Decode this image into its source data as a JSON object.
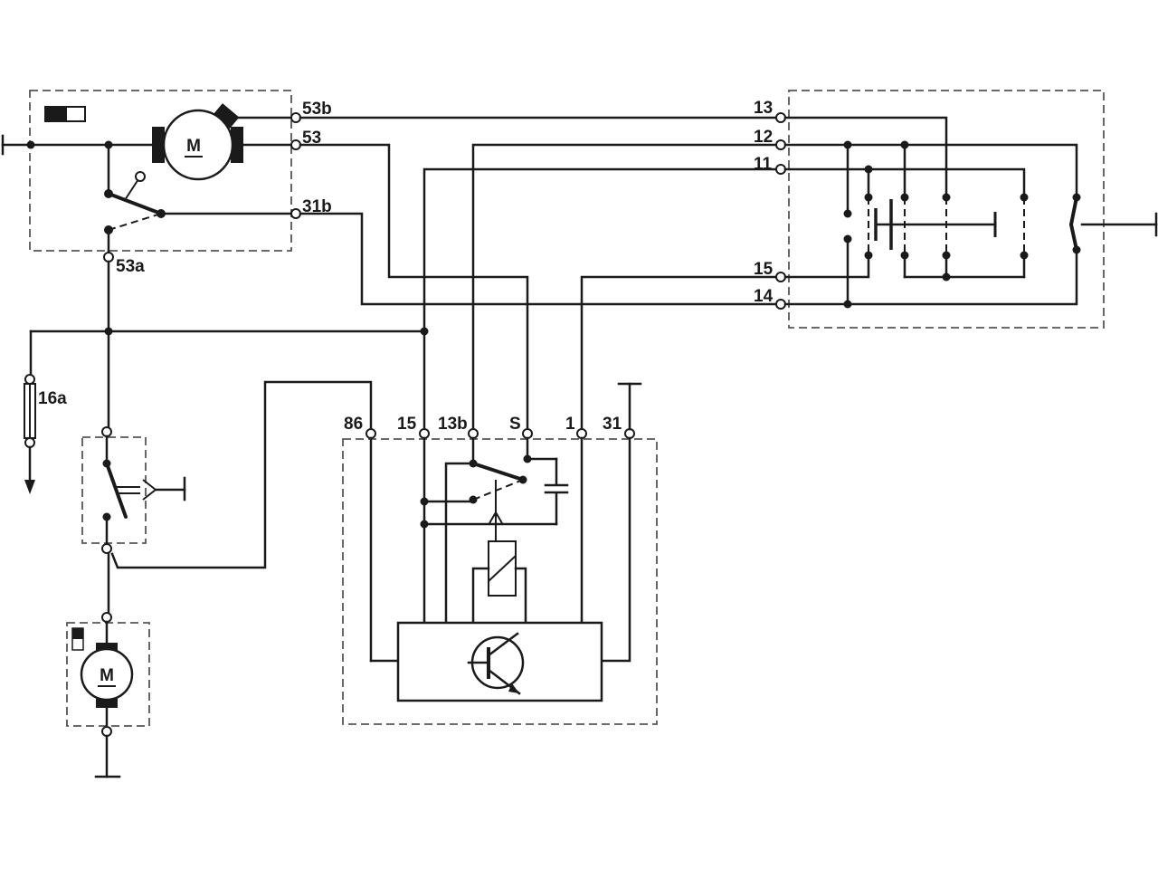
{
  "motor_label": "M",
  "wiper_motor": {
    "terminals": [
      "53b",
      "53",
      "31b",
      "53a"
    ]
  },
  "fuse": {
    "label": "16a"
  },
  "control_unit": {
    "terminals": [
      "86",
      "15",
      "13b",
      "S",
      "1",
      "31"
    ]
  },
  "switch_unit": {
    "terminals": [
      "13",
      "12",
      "11",
      "15",
      "14"
    ]
  },
  "washer_pump": {
    "motor_label": "M"
  }
}
